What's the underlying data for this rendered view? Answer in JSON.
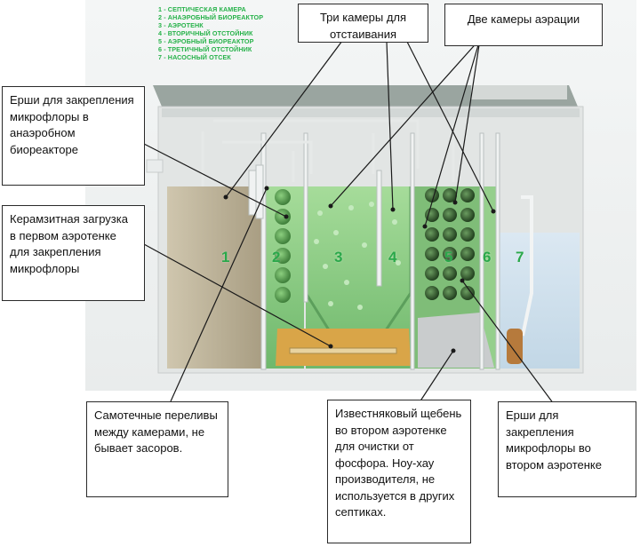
{
  "legend": [
    "1 - СЕПТИЧЕСКАЯ КАМЕРА",
    "2 - АНАЭРОБНЫЙ БИОРЕАКТОР",
    "3 - АЭРОТЕНК",
    "4 - ВТОРИЧНЫЙ ОТСТОЙНИК",
    "5 - АЭРОБНЫЙ БИОРЕАКТОР",
    "6 - ТРЕТИЧНЫЙ ОТСТОЙНИК",
    "7 - НАСОСНЫЙ ОТСЕК"
  ],
  "chamber_numbers": [
    "1",
    "2",
    "3",
    "4",
    "5",
    "6",
    "7"
  ],
  "callouts": {
    "settling": "Три камеры для отстаивания",
    "aeration": "Две камеры аэрации",
    "brushes_anaerobic": "Ерши для закрепления микрофлоры в анаэробном биореакторе",
    "claydite": "Керамзитная загрузка в первом аэротенке для закрепления микрофлоры",
    "overflows": "Самотечные переливы между камерами, не бывает засоров.",
    "limestone": "Известняковый щебень во втором аэротенке для очистки от фосфора. Ноу-хау производителя, не используется в других септиках.",
    "brushes_aerobic": "Ерши для закрепления микрофлоры во втором аэротенке"
  },
  "colors": {
    "legend_text": "#27b24a",
    "chamber_number": "#2aa84a",
    "septic_liquid": "#b5ab90",
    "green_liquid": "#8fd08a",
    "pump_water": "#cfe0ee",
    "claydite": "#d9a548"
  }
}
